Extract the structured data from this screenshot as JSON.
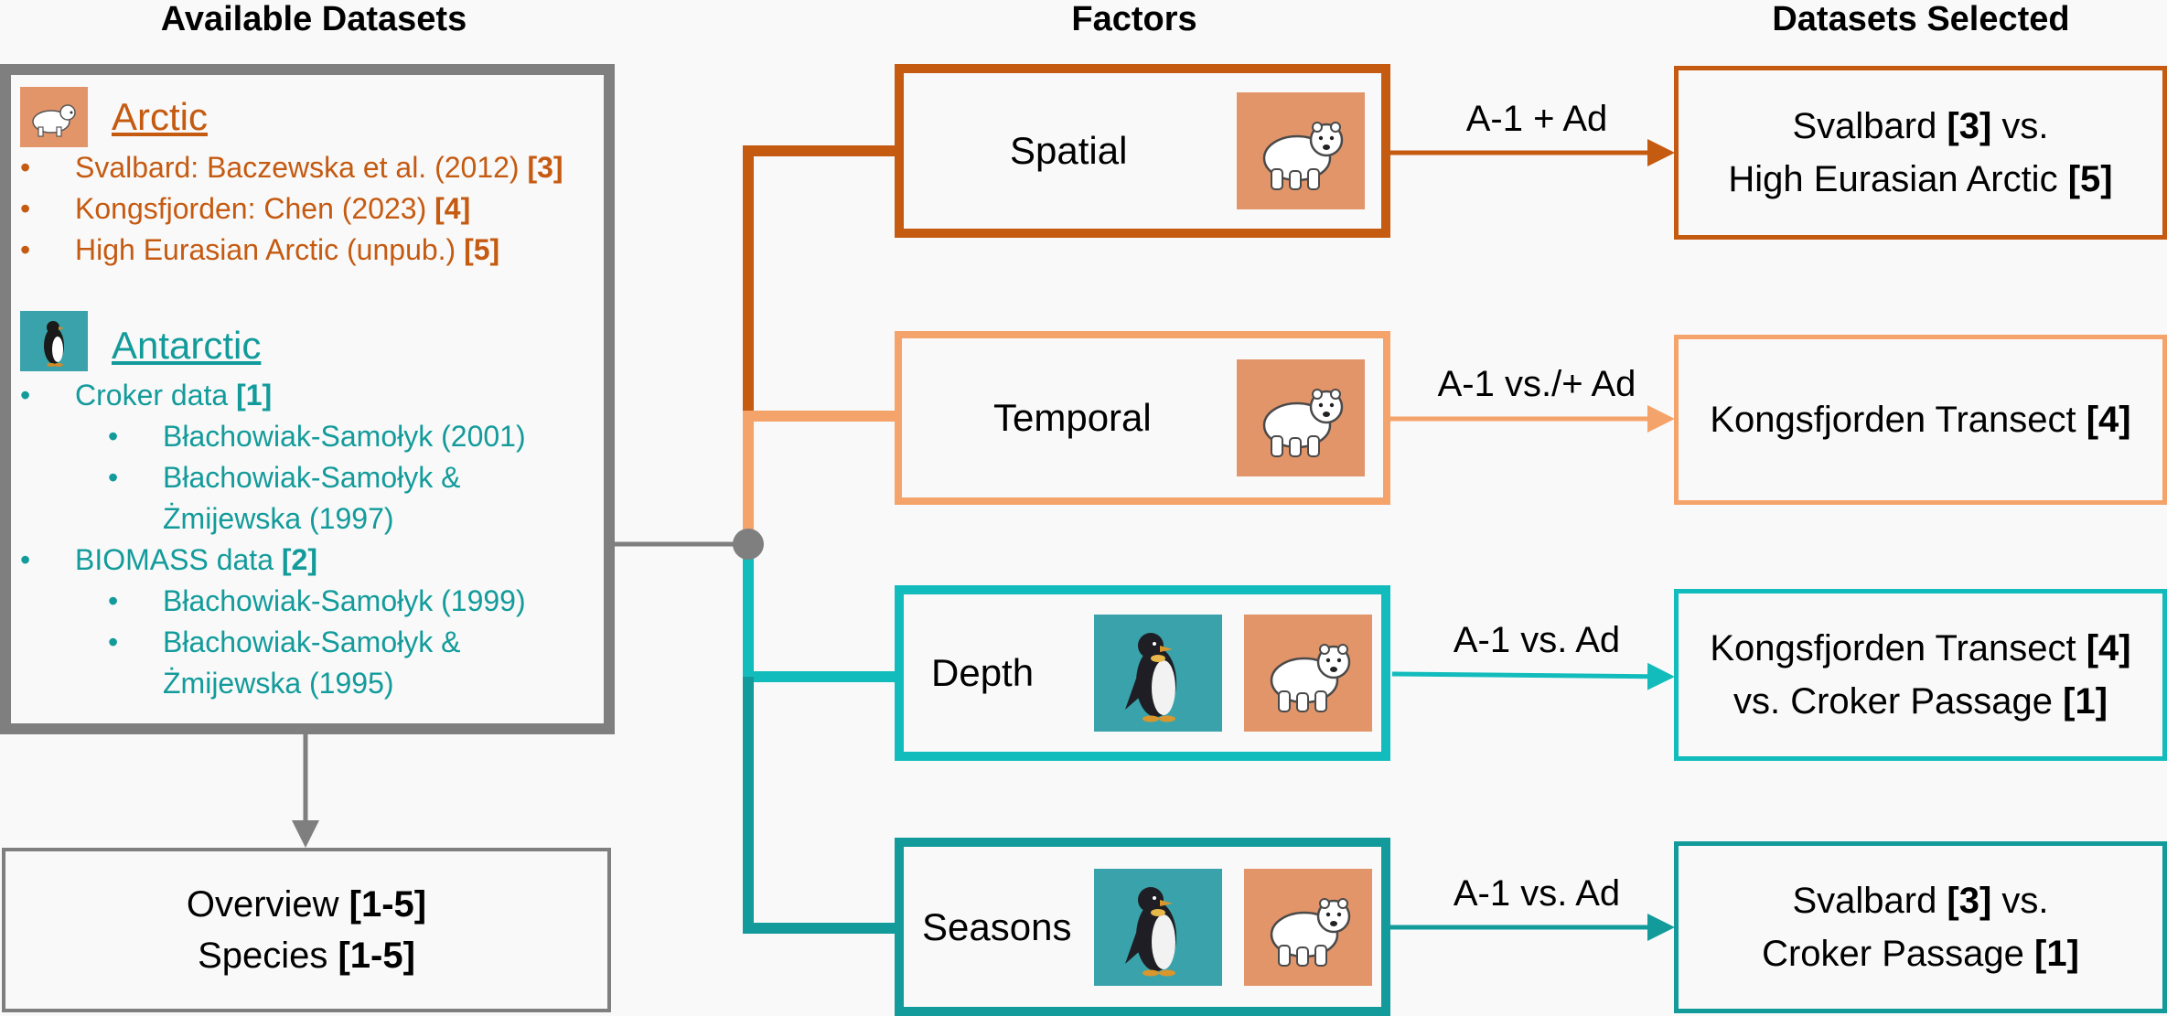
{
  "colors": {
    "arctic": "#c55a11",
    "arctic_light": "#f4a46a",
    "antarctic": "#139b9b",
    "depth": "#13bcbc",
    "gray": "#7f7f7f",
    "bear_bg": "#e3956a",
    "penguin_bg": "#3aa2aa"
  },
  "titles": {
    "available": "Available Datasets",
    "factors": "Factors",
    "selected": "Datasets Selected"
  },
  "available": {
    "arctic": {
      "heading": "Arctic",
      "icon": "polar-bear-icon",
      "items": [
        {
          "text": "Svalbard: Baczewska et al. (2012) ",
          "ref": "[3]"
        },
        {
          "text": "Kongsfjorden: Chen (2023) ",
          "ref": "[4]"
        },
        {
          "text": "High Eurasian Arctic (unpub.) ",
          "ref": "[5]"
        }
      ]
    },
    "antarctic": {
      "heading": "Antarctic",
      "icon": "penguin-icon",
      "croker": {
        "text": "Croker data ",
        "ref": "[1]"
      },
      "croker_sub": [
        "Błachowiak-Samołyk (2001)",
        "Błachowiak-Samołyk &",
        "Żmijewska (1997)"
      ],
      "biomass": {
        "text": "BIOMASS data ",
        "ref": "[2]"
      },
      "biomass_sub": [
        "Błachowiak-Samołyk (1999)",
        "Błachowiak-Samołyk &",
        "Żmijewska (1995)"
      ]
    }
  },
  "overview": {
    "line1": "Overview ",
    "line1_ref": "[1-5]",
    "line2": "Species ",
    "line2_ref": "[1-5]"
  },
  "factors": [
    {
      "label": "Spatial",
      "icons": [
        "polar-bear-icon"
      ],
      "arrow_label": "A-1 + Ad",
      "selected": [
        {
          "text": "Svalbard ",
          "ref": "[3]",
          "tail": " vs."
        },
        {
          "text": "High Eurasian Arctic ",
          "ref": "[5]",
          "tail": ""
        }
      ]
    },
    {
      "label": "Temporal",
      "icons": [
        "polar-bear-icon"
      ],
      "arrow_label": "A-1 vs./+ Ad",
      "selected": [
        {
          "text": "Kongsfjorden Transect ",
          "ref": "[4]",
          "tail": ""
        }
      ]
    },
    {
      "label": "Depth",
      "icons": [
        "penguin-icon",
        "polar-bear-icon"
      ],
      "arrow_label": "A-1 vs. Ad",
      "selected": [
        {
          "text": "Kongsfjorden Transect ",
          "ref": "[4]",
          "tail": ""
        },
        {
          "text": "vs. Croker Passage ",
          "ref": "[1]",
          "tail": ""
        }
      ]
    },
    {
      "label": "Seasons",
      "icons": [
        "penguin-icon",
        "polar-bear-icon"
      ],
      "arrow_label": "A-1 vs. Ad",
      "selected": [
        {
          "text": "Svalbard ",
          "ref": "[3]",
          "tail": " vs."
        },
        {
          "text": "Croker Passage ",
          "ref": "[1]",
          "tail": ""
        }
      ]
    }
  ]
}
